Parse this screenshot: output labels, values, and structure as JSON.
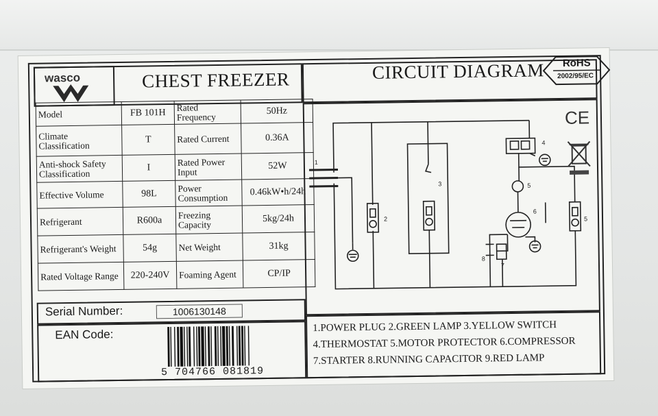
{
  "brand": "wasco",
  "product_title": "CHEST FREEZER",
  "diagram_title": "CIRCUIT DIAGRAM",
  "rohs": {
    "title": "RoHS",
    "code": "2002/95/EC"
  },
  "specs": [
    {
      "label1": "Model",
      "value1": "FB 101H",
      "label2": "Rated Frequency",
      "value2": "50Hz"
    },
    {
      "label1": "Climate Classification",
      "value1": "T",
      "label2": "Rated Current",
      "value2": "0.36A"
    },
    {
      "label1": "Anti-shock Safety Classification",
      "value1": "I",
      "label2": "Rated Power Input",
      "value2": "52W"
    },
    {
      "label1": "Effective Volume",
      "value1": "98L",
      "label2": "Power Consumption",
      "value2": "0.46kW•h/24h"
    },
    {
      "label1": "Refrigerant",
      "value1": "R600a",
      "label2": "Freezing Capacity",
      "value2": "5kg/24h"
    },
    {
      "label1": "Refrigerant's Weight",
      "value1": "54g",
      "label2": "Net Weight",
      "value2": "31kg"
    },
    {
      "label1": "Rated Voltage Range",
      "value1": "220-240V",
      "label2": "Foaming Agent",
      "value2": "CP/IP"
    }
  ],
  "serial": {
    "label": "Serial Number:",
    "value": "1006130148"
  },
  "ean": {
    "label": "EAN Code:",
    "digits": "5 704766 081819"
  },
  "legend": [
    "1.POWER PLUG  2.GREEN LAMP  3.YELLOW SWITCH",
    "4.THERMOSTAT 5.MOTOR PROTECTOR 6.COMPRESSOR",
    "7.STARTER   8.RUNNING CAPACITOR 9.RED LAMP"
  ],
  "diagram_numbers": [
    "1",
    "2",
    "3",
    "4",
    "5",
    "6",
    "7",
    "8",
    "5"
  ],
  "marks": {
    "ce": "CE",
    "weee_text": ""
  }
}
